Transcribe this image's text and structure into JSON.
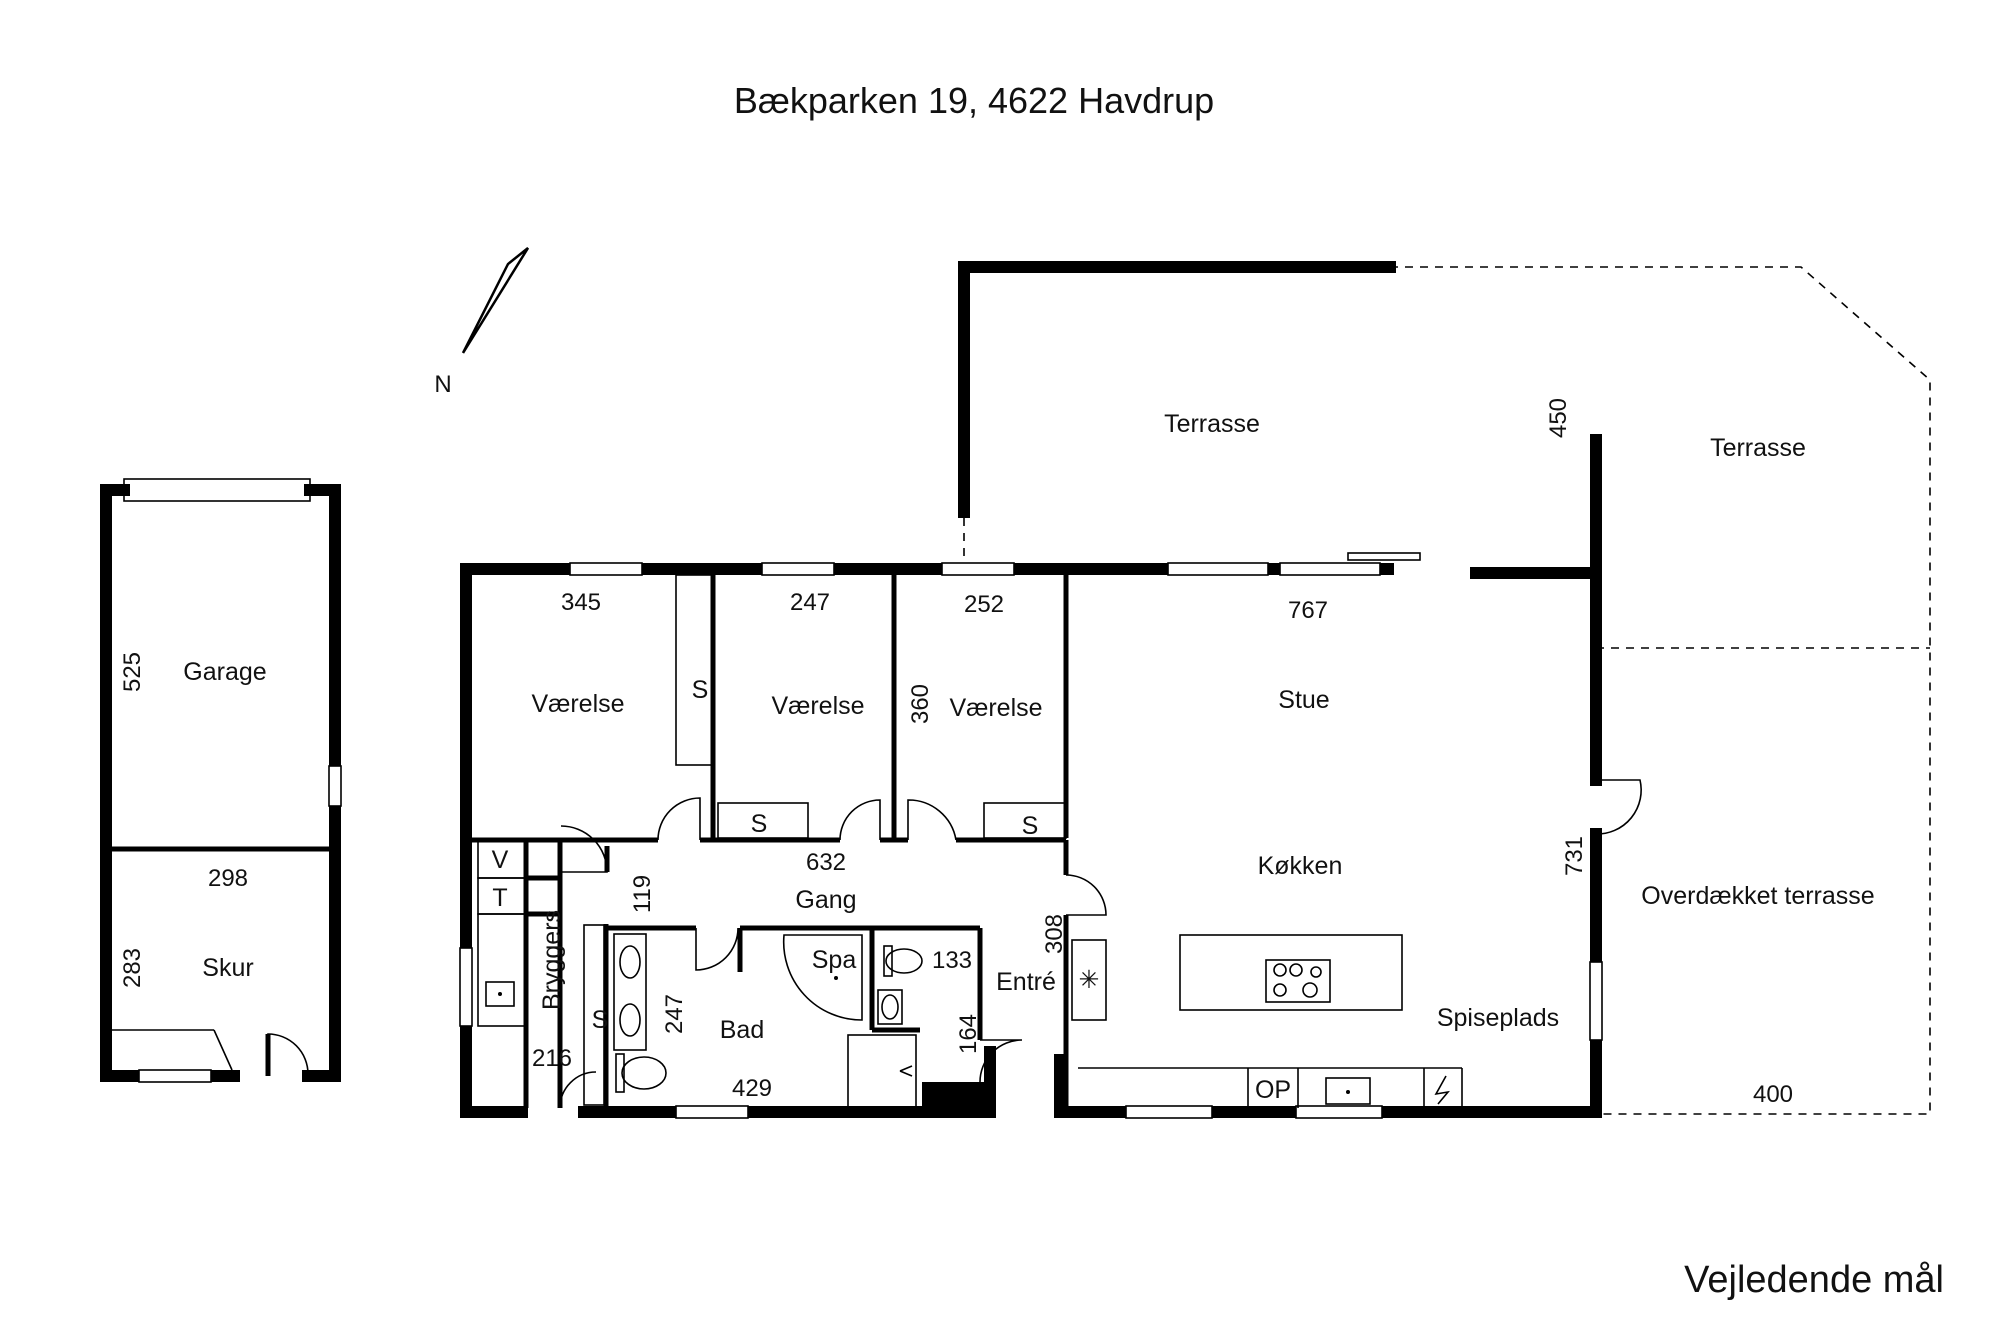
{
  "title": "Bækparken 19, 4622 Havdrup",
  "note": "Vejledende mål",
  "compass": {
    "label": "N"
  },
  "rooms": {
    "terrasse_top": "Terrasse",
    "terrasse_right": "Terrasse",
    "overdaekket": "Overdækket terrasse",
    "garage": "Garage",
    "skur": "Skur",
    "vaerelse_1": "Værelse",
    "vaerelse_2": "Værelse",
    "vaerelse_3": "Værelse",
    "stue": "Stue",
    "koekken": "Køkken",
    "spiseplads": "Spiseplads",
    "gang": "Gang",
    "bryggers": "Bryggers",
    "bad": "Bad",
    "entre": "Entré",
    "spa": "Spa"
  },
  "dimensions": {
    "garage_h": "525",
    "skur_w": "298",
    "skur_h": "283",
    "vaerelse_1_w": "345",
    "vaerelse_2_w": "247",
    "vaerelse_3_w": "252",
    "vaerelse_3_h": "360",
    "stue_w": "767",
    "terrasse_h": "450",
    "gang_w": "632",
    "gang_h": "119",
    "entre_h": "308",
    "bad_h": "247",
    "bad_w": "429",
    "wc_w": "133",
    "entre_w": "164",
    "bryggers_w": "216",
    "koekken_h": "731",
    "terrasse_w": "400"
  },
  "symbols": {
    "storage": "S",
    "v": "V",
    "t": "T",
    "op": "OP"
  }
}
